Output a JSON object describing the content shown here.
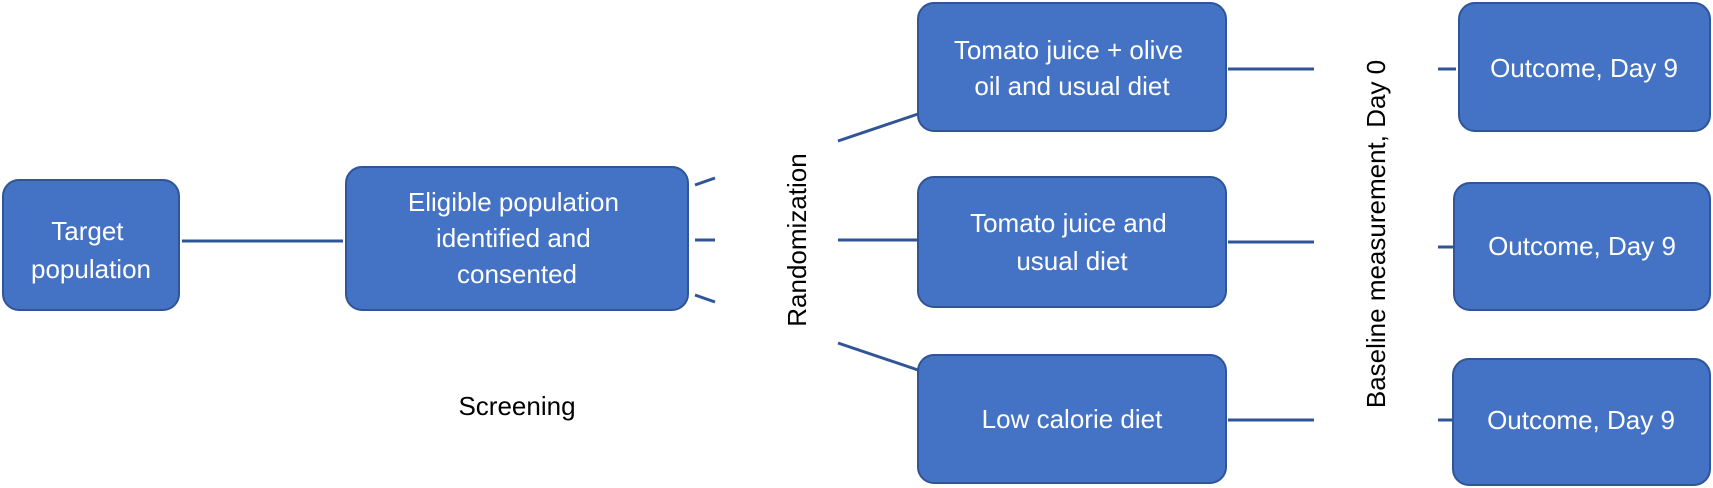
{
  "nodes": {
    "target": {
      "lines": [
        "Target",
        "population"
      ]
    },
    "eligible": {
      "lines": [
        "Eligible population",
        "identified and",
        "consented"
      ]
    },
    "arm1": {
      "lines": [
        "Tomato juice + olive",
        "oil and usual diet"
      ]
    },
    "arm2": {
      "lines": [
        "Tomato juice and",
        "usual diet"
      ]
    },
    "arm3": {
      "lines": [
        "Low calorie diet"
      ]
    },
    "outcome1": {
      "lines": [
        "Outcome, Day 9"
      ]
    },
    "outcome2": {
      "lines": [
        "Outcome, Day 9"
      ]
    },
    "outcome3": {
      "lines": [
        "Outcome, Day 9"
      ]
    }
  },
  "labels": {
    "screening": "Screening",
    "randomization": "Randomization",
    "baseline": "Baseline measurement, Day 0"
  },
  "colors": {
    "box_fill": "#4472c4",
    "box_border": "#2f5597",
    "connector": "#2f5597"
  }
}
